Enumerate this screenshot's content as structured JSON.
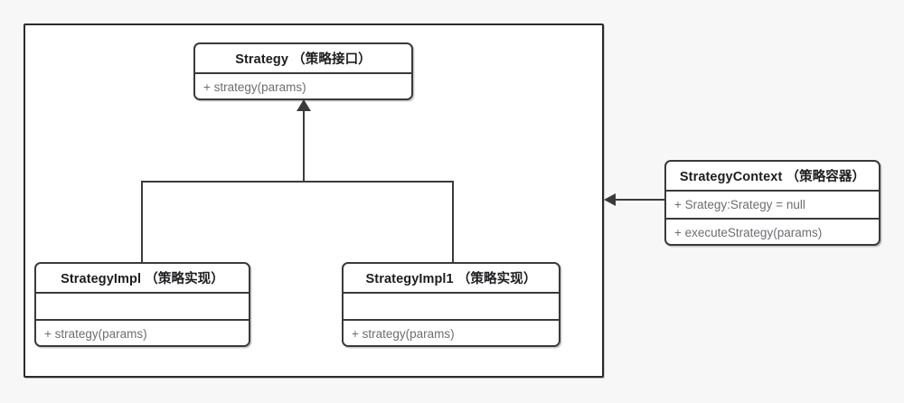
{
  "diagram": {
    "title": "Strategy Pattern UML Class Diagram",
    "background_color": "#f7f7f7",
    "line_color": "#3a3a3a",
    "box_fill": "#ffffff",
    "title_text_color": "#1d1d1f",
    "member_text_color": "#6e6e73"
  },
  "package_frame": {
    "label": ""
  },
  "classes": {
    "strategy": {
      "name": "Strategy （策略接口）",
      "methods": [
        "+ strategy(params)"
      ]
    },
    "strategy_impl": {
      "name": "StrategyImpl （策略实现）",
      "attributes": [
        ""
      ],
      "methods": [
        "+ strategy(params)"
      ]
    },
    "strategy_impl1": {
      "name": "StrategyImpl1 （策略实现）",
      "attributes": [
        ""
      ],
      "methods": [
        "+ strategy(params)"
      ]
    },
    "strategy_context": {
      "name": "StrategyContext （策略容器）",
      "attributes": [
        "+ Srategy:Srategy = null"
      ],
      "methods": [
        "+ executeStrategy(params)"
      ]
    }
  },
  "relationships": [
    {
      "type": "generalization",
      "from": "StrategyImpl",
      "to": "Strategy",
      "arrowhead": "solid-triangle"
    },
    {
      "type": "generalization",
      "from": "StrategyImpl1",
      "to": "Strategy",
      "arrowhead": "solid-triangle"
    },
    {
      "type": "association",
      "from": "StrategyContext",
      "to": "Strategy package",
      "arrowhead": "solid-arrow"
    }
  ]
}
